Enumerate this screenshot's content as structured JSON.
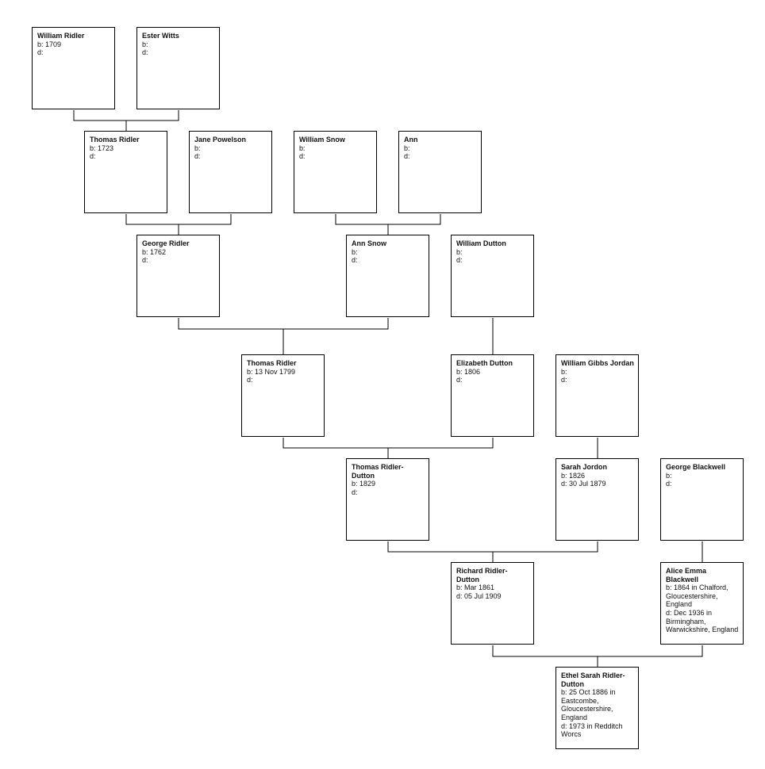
{
  "people": [
    {
      "name": "William Ridler",
      "born": "b: 1709",
      "died": "d:"
    },
    {
      "name": "Ester Witts",
      "born": "b:",
      "died": "d:"
    },
    {
      "name": "Thomas Ridler",
      "born": "b: 1723",
      "died": "d:"
    },
    {
      "name": "Jane Powelson",
      "born": "b:",
      "died": "d:"
    },
    {
      "name": "William Snow",
      "born": "b:",
      "died": "d:"
    },
    {
      "name": "Ann",
      "born": "b:",
      "died": "d:"
    },
    {
      "name": "George Ridler",
      "born": "b: 1762",
      "died": "d:"
    },
    {
      "name": "Ann Snow",
      "born": "b:",
      "died": "d:"
    },
    {
      "name": "William Dutton",
      "born": "b:",
      "died": "d:"
    },
    {
      "name": "Thomas Ridler",
      "born": "b: 13 Nov 1799",
      "died": "d:"
    },
    {
      "name": "Elizabeth Dutton",
      "born": "b: 1806",
      "died": "d:"
    },
    {
      "name": "William Gibbs Jordan",
      "born": "b:",
      "died": "d:"
    },
    {
      "name": "Thomas Ridler-Dutton",
      "born": "b: 1829",
      "died": "d:"
    },
    {
      "name": "Sarah Jordon",
      "born": "b: 1826",
      "died": "d: 30 Jul 1879"
    },
    {
      "name": "George Blackwell",
      "born": "b:",
      "died": "d:"
    },
    {
      "name": "Richard Ridler-Dutton",
      "born": "b: Mar 1861",
      "died": "d: 05 Jul 1909"
    },
    {
      "name": "Alice Emma Blackwell",
      "born": "b: 1864 in Chalford, Gloucestershire, England",
      "died": "d: Dec 1936 in Birmingham, Warwickshire, England"
    },
    {
      "name": "Ethel Sarah Ridler-Dutton",
      "born": "b: 25 Oct 1886 in Eastcombe, Gloucestershire, England",
      "died": "d: 1973 in Redditch Worcs"
    }
  ]
}
